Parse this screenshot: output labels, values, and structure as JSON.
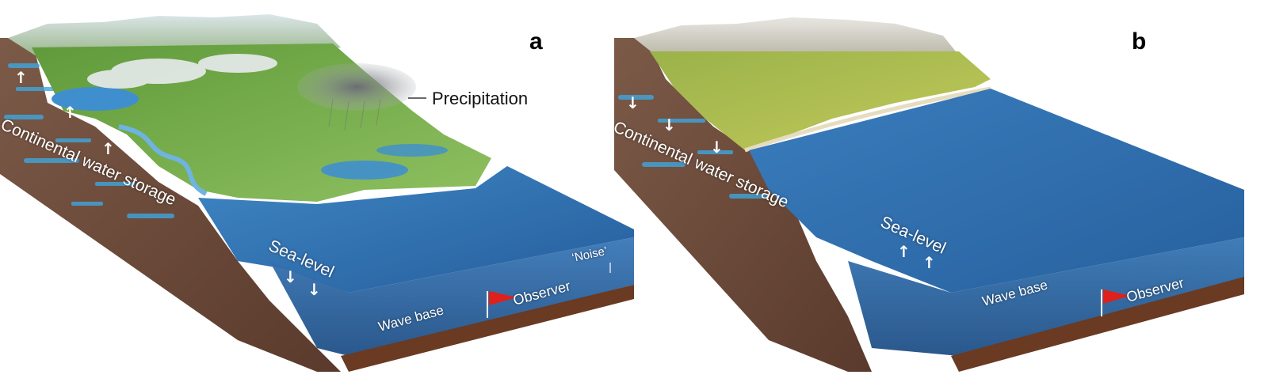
{
  "panels": [
    {
      "letter": "a",
      "labels": {
        "continental": "Continental water storage",
        "sea_level": "Sea-level",
        "wave_base": "Wave base",
        "observer": "Observer",
        "noise": "‘Noise’",
        "precipitation": "Precipitation"
      },
      "continental_arrows": "up",
      "sea_level_arrows": "down"
    },
    {
      "letter": "b",
      "labels": {
        "continental": "Continental water storage",
        "sea_level": "Sea-level",
        "wave_base": "Wave base",
        "observer": "Observer"
      },
      "continental_arrows": "down",
      "sea_level_arrows": "up"
    }
  ],
  "glyphs": {
    "up": "↑",
    "down": "↓"
  },
  "colors": {
    "sea": "#2f6fb0",
    "sea_deep": "#1d4f8a",
    "rock": "#6b4a3a",
    "land": "#7fae4a",
    "land_b": "#a8b84a",
    "flag": "#e0201a"
  }
}
